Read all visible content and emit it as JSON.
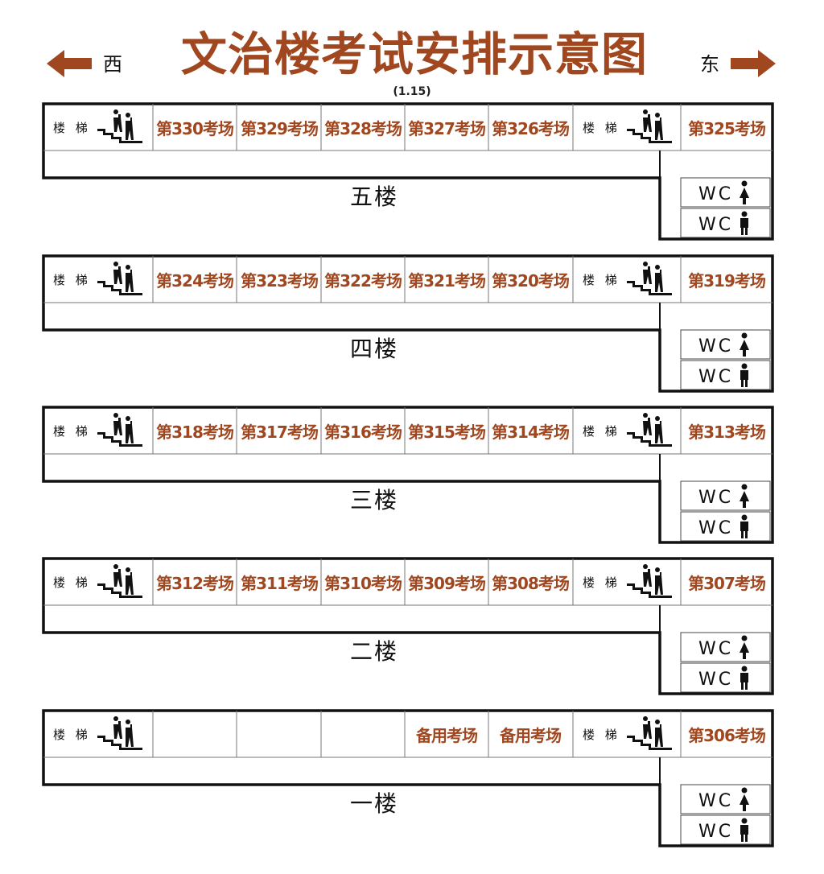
{
  "header": {
    "title": "文治楼考试安排示意图",
    "subtitle": "(1.15)",
    "west": "西",
    "east": "东"
  },
  "colors": {
    "accent": "#a0471f",
    "line": "#111111",
    "background": "#ffffff"
  },
  "stair_label": "楼 梯",
  "wc_label": "WC",
  "floors": [
    {
      "label": "五楼",
      "rooms": [
        "第330考场",
        "第329考场",
        "第328考场",
        "第327考场",
        "第326考场"
      ],
      "east_room": "第325考场"
    },
    {
      "label": "四楼",
      "rooms": [
        "第324考场",
        "第323考场",
        "第322考场",
        "第321考场",
        "第320考场"
      ],
      "east_room": "第319考场"
    },
    {
      "label": "三楼",
      "rooms": [
        "第318考场",
        "第317考场",
        "第316考场",
        "第315考场",
        "第314考场"
      ],
      "east_room": "第313考场"
    },
    {
      "label": "二楼",
      "rooms": [
        "第312考场",
        "第311考场",
        "第310考场",
        "第309考场",
        "第308考场"
      ],
      "east_room": "第307考场"
    },
    {
      "label": "一楼",
      "rooms": [
        "",
        "",
        "",
        "备用考场",
        "备用考场"
      ],
      "east_room": "第306考场"
    }
  ],
  "icons": [
    "arrow-left-icon",
    "arrow-right-icon",
    "stairs-icon",
    "female-icon",
    "male-icon"
  ]
}
